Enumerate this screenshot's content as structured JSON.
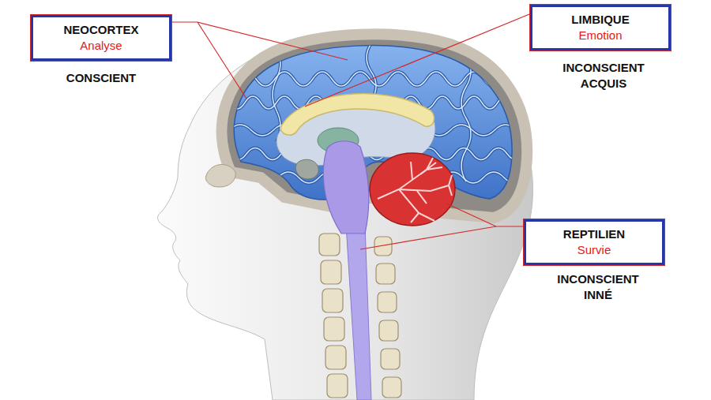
{
  "diagram": {
    "nodes": [
      {
        "text": [
          "NEOCORTEX",
          "Analyse"
        ]
      },
      {
        "text": [
          "LIMBIQUE",
          "Emotion"
        ]
      },
      {
        "text": [
          "REPTILIEN",
          "Survie"
        ]
      }
    ],
    "labels": [
      "CONSCIENT",
      "INCONSCIENT ACQUIS",
      "INCONSCIENT INNÉ"
    ]
  }
}
